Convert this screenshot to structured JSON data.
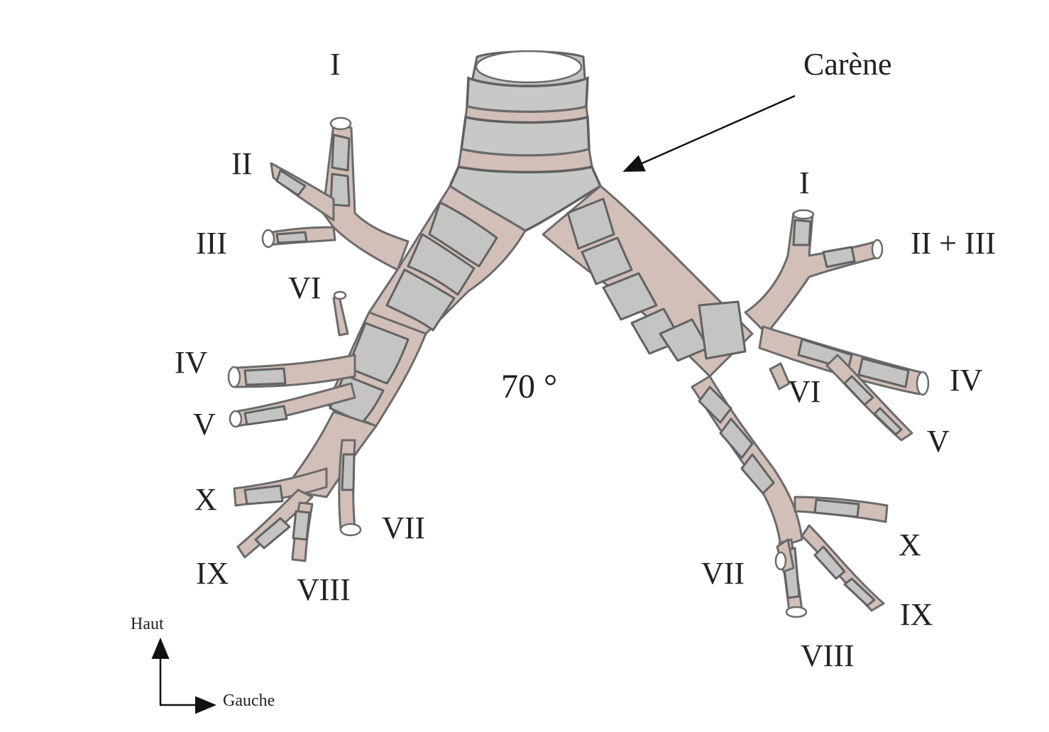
{
  "labels": {
    "carina": "Carène",
    "angle": "70 °",
    "up": "Haut",
    "left": "Gauche"
  },
  "right_segments": {
    "s1": "I",
    "s2": "II",
    "s3": "III",
    "s6": "VI",
    "s4": "IV",
    "s5": "V",
    "s10": "X",
    "s9": "IX",
    "s8": "VIII",
    "s7": "VII"
  },
  "left_segments": {
    "s1": "I",
    "s23": "II + III",
    "s4": "IV",
    "s5": "V",
    "s6": "VI",
    "s7": "VII",
    "s10": "X",
    "s9": "IX",
    "s8": "VIII"
  }
}
